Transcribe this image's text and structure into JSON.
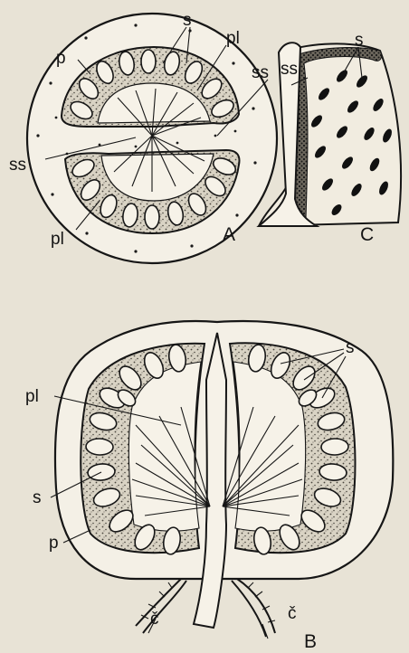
{
  "labels": {
    "A": "A",
    "B": "B",
    "C": "C",
    "s": "s",
    "pl": "pl",
    "ss": "ss",
    "p": "p",
    "c": "č"
  },
  "colors": {
    "paper": "#e8e3d6",
    "ink": "#161616",
    "flesh": "#f3efe4",
    "stipple": "#8a857a"
  }
}
